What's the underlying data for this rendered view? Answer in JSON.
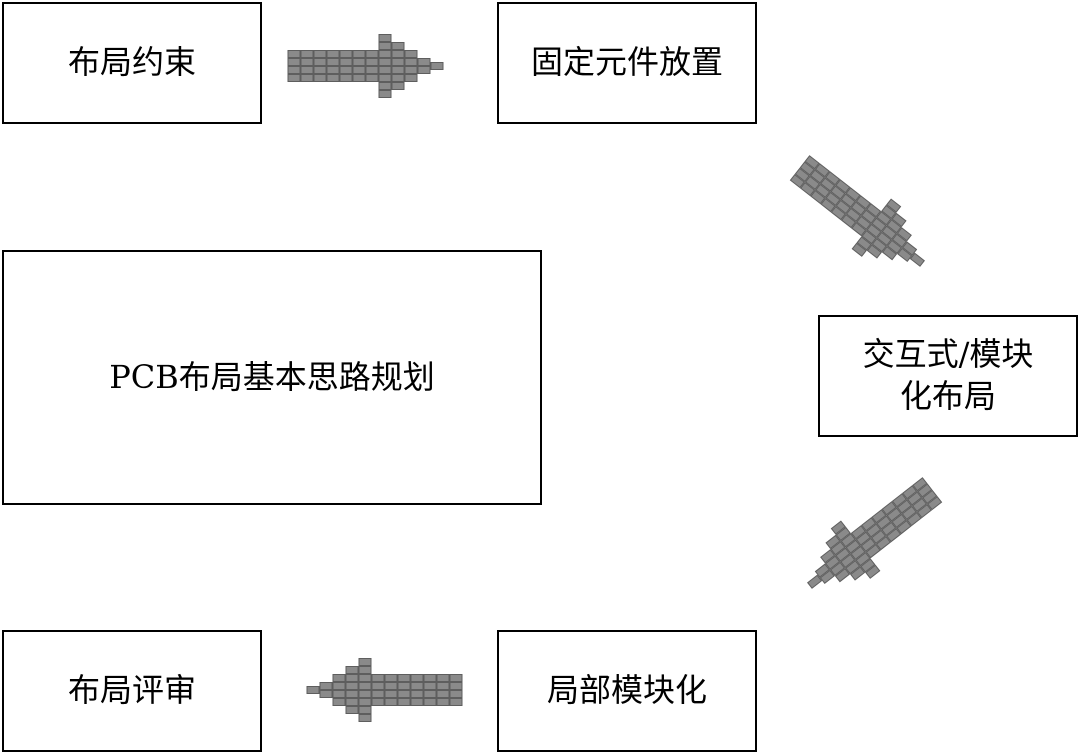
{
  "boxes": {
    "constraints": "布局约束",
    "fixed_placement": "固定元件放置",
    "main": "PCB布局基本思路规划",
    "interactive_line1": "交互式/模块",
    "interactive_line2": "化布局",
    "review": "布局评审",
    "local_modular": "局部模块化"
  },
  "colors": {
    "block_fill": "#8a8a8a",
    "block_stroke": "#5e5e5e",
    "box_border": "#000000"
  },
  "arrows": {
    "direction_top": "right",
    "direction_right_upper": "down-right",
    "direction_right_lower": "down-left",
    "direction_bottom": "left"
  }
}
